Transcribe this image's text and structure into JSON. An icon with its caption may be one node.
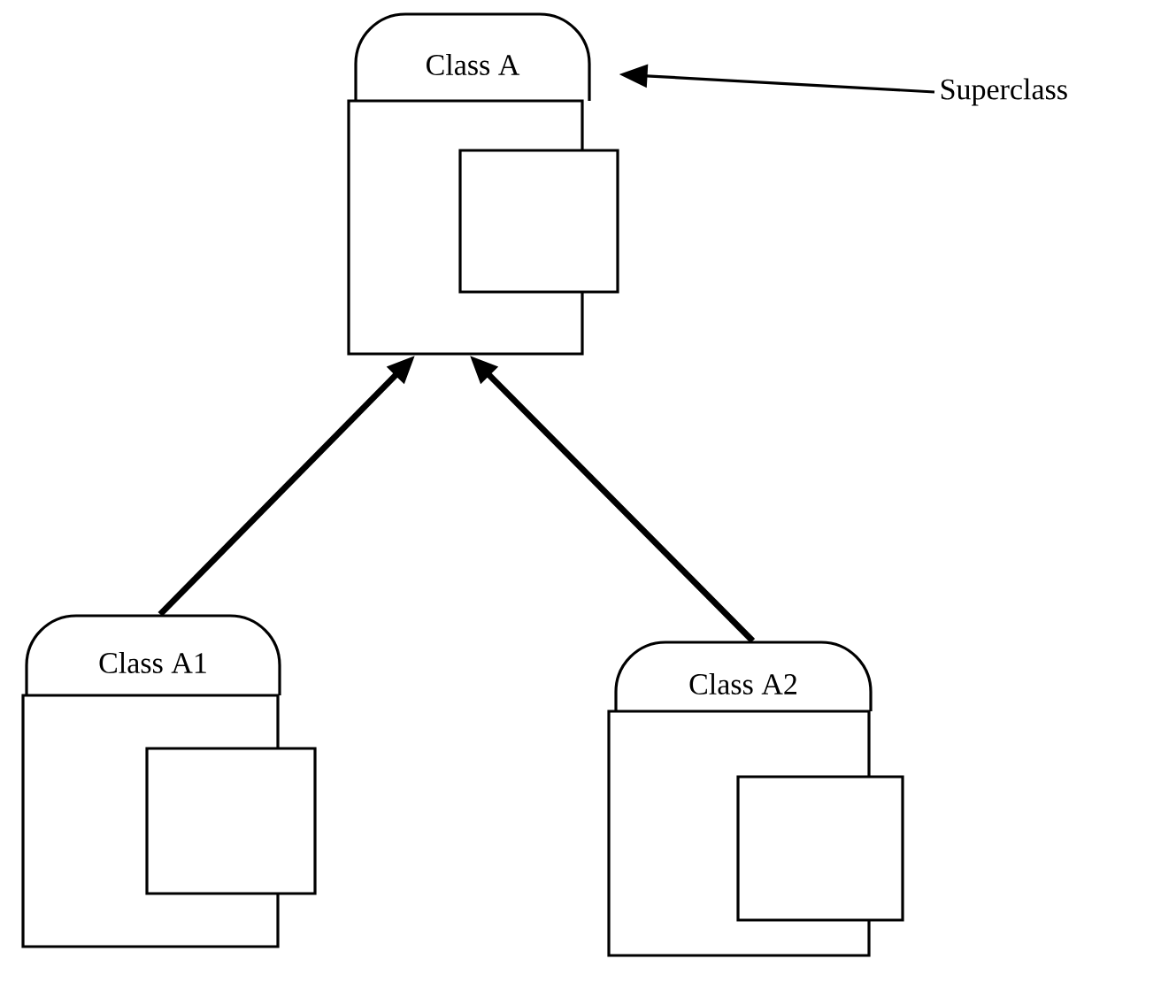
{
  "diagram": {
    "nodes": [
      {
        "text": [
          "Class A"
        ]
      },
      {
        "text": [
          "Class A1"
        ]
      },
      {
        "text": [
          "Class A2"
        ]
      },
      {
        "text": [
          "Superclass"
        ]
      }
    ],
    "edges": [
      {
        "from": 1,
        "to": 0,
        "arrow": "to"
      },
      {
        "from": 2,
        "to": 0,
        "arrow": "to"
      },
      {
        "from": 3,
        "to": 0,
        "arrow": "to"
      }
    ]
  }
}
